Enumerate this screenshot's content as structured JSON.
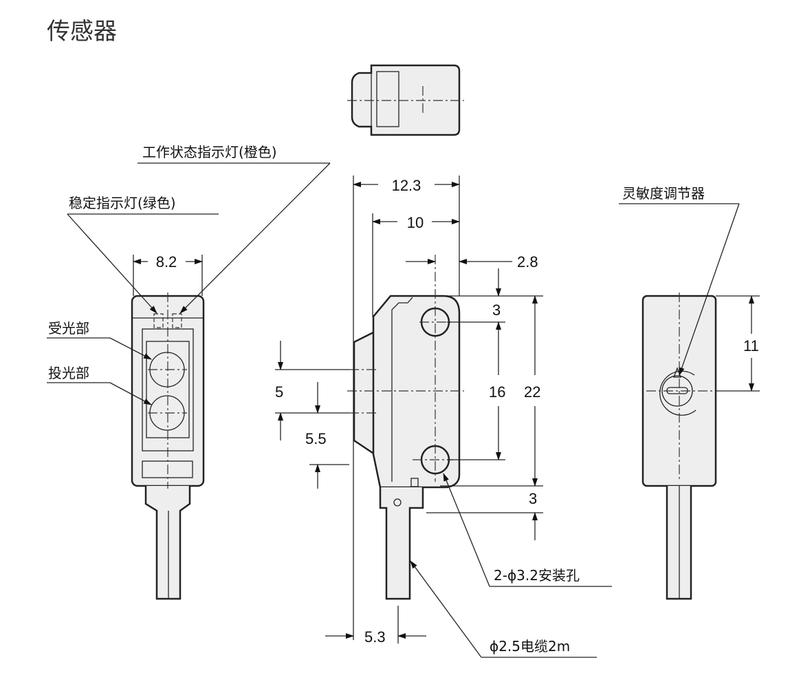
{
  "title": "传感器",
  "callouts": {
    "operation_indicator": "工作状态指示灯(橙色)",
    "stability_indicator": "稳定指示灯(绿色)",
    "receiver": "受光部",
    "emitter": "投光部",
    "sensitivity_adjuster": "灵敏度调节器",
    "mounting_holes": "2-ϕ3.2安装孔",
    "cable": "ϕ2.5电缆2m"
  },
  "dimensions": {
    "front_width": "8.2",
    "total_depth": "12.3",
    "body_depth": "10",
    "hole_offset": "2.8",
    "top_margin": "3",
    "hole_pitch": "16",
    "total_height": "22",
    "bottom_margin": "3",
    "lens_pitch": "5",
    "lens_offset": "5.5",
    "adjuster_height": "11",
    "cable_offset": "5.3"
  }
}
